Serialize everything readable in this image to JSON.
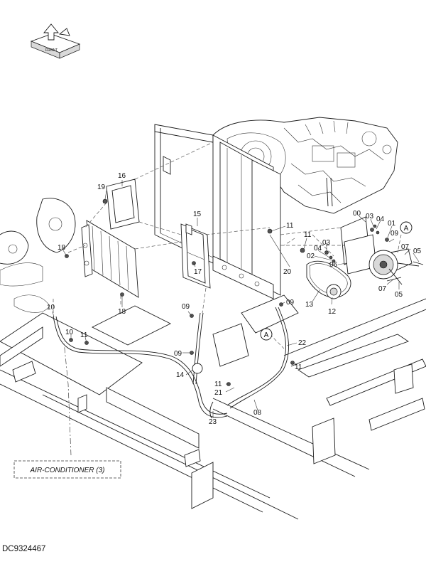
{
  "orientation_symbol": {
    "icon": "front-direction-icon",
    "label": "FRONT"
  },
  "callouts": {
    "c00": "00",
    "c01": "01",
    "c02": "02",
    "c03a": "03",
    "c03b": "03",
    "c04a": "04",
    "c04b": "04",
    "c05a": "05",
    "c05b": "05",
    "c06": "06",
    "c07a": "07",
    "c07b": "07",
    "c08": "08",
    "c09a": "09",
    "c09b": "09",
    "c09c": "09",
    "c10a": "10",
    "c10b": "10",
    "c11a": "11",
    "c11b": "11",
    "c11c": "11",
    "c11d": "11",
    "c11e": "11",
    "c12": "12",
    "c13": "13",
    "c14": "14",
    "c15": "15",
    "c16": "16",
    "c17": "17",
    "c18a": "18",
    "c18b": "18",
    "c19": "19",
    "c20": "20",
    "c21": "21",
    "c22": "22",
    "c23": "23"
  },
  "reference_markers": {
    "a1": "A",
    "a2": "A"
  },
  "sheet_reference": "AIR-CONDITIONER (3)",
  "drawing_code": "DC9324467"
}
